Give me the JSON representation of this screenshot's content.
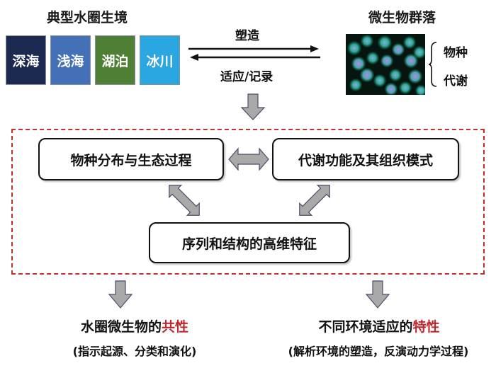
{
  "habitats": {
    "title": "典型水圈生境",
    "items": [
      {
        "label": "深海",
        "color": "#1c2a52"
      },
      {
        "label": "浅海",
        "color": "#4470b8"
      },
      {
        "label": "湖泊",
        "color": "#4f7f34"
      },
      {
        "label": "冰川",
        "color": "#2aa7e0"
      }
    ]
  },
  "interaction": {
    "forward_label": "塑造",
    "backward_label": "适应/记录"
  },
  "community": {
    "title": "微生物群落",
    "image_desc": "fluorescence-micrograph",
    "brace_items": [
      "物种",
      "代谢"
    ]
  },
  "framework": {
    "border_color": "#c0312b",
    "box_species": "物种分布与生态过程",
    "box_metabolism": "代谢功能及其组织模式",
    "box_features": "序列和结构的高维特征"
  },
  "outcomes": {
    "left": {
      "main": "水圈微生物的",
      "highlight": "共性",
      "sub": "(指示起源、分类和演化)"
    },
    "right": {
      "main": "不同环境适应的",
      "highlight": "特性",
      "sub": "(解析环境的塑造，反演动力学过程)"
    },
    "highlight_color": "#c0272d"
  }
}
